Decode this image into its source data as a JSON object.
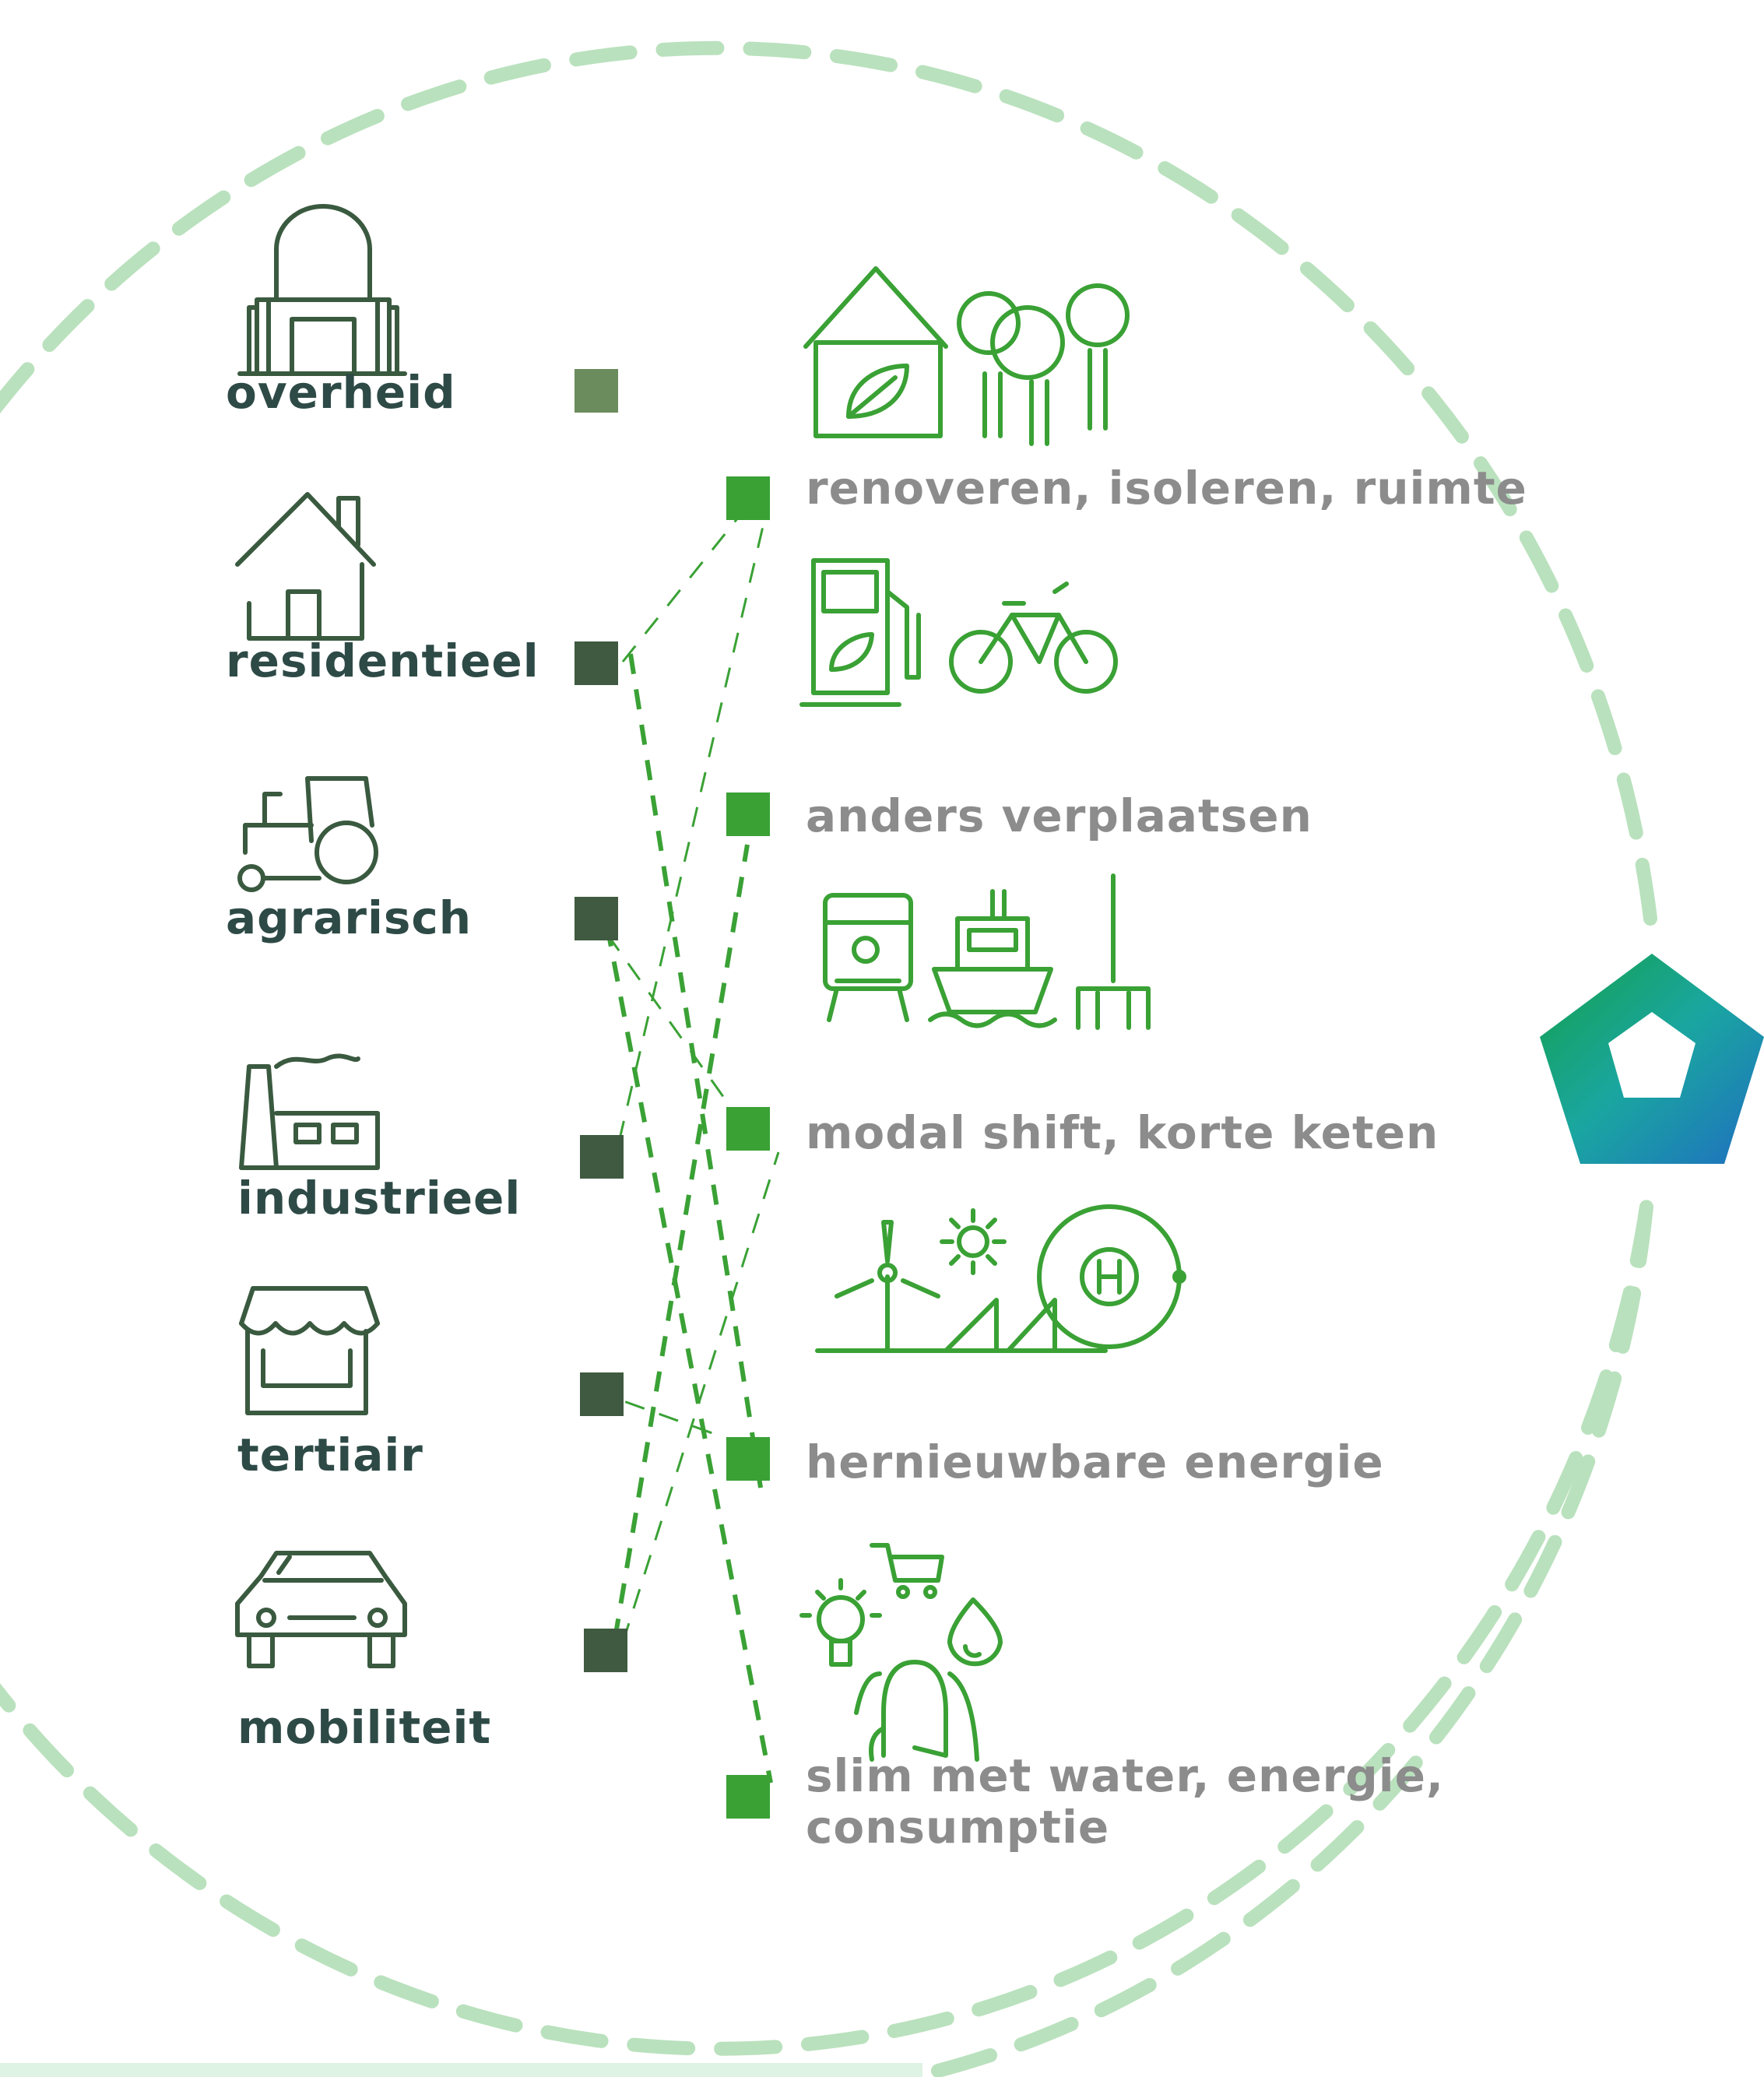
{
  "sectors": [
    {
      "label": "overheid",
      "icon": "government-building-icon"
    },
    {
      "label": "residentieel",
      "icon": "house-icon"
    },
    {
      "label": "agrarisch",
      "icon": "tractor-icon"
    },
    {
      "label": "industrieel",
      "icon": "factory-icon"
    },
    {
      "label": "tertiair",
      "icon": "shop-icon"
    },
    {
      "label": "mobiliteit",
      "icon": "car-icon"
    }
  ],
  "measures": [
    {
      "label": "renoveren, isoleren, ruimte",
      "icon": "green-house-trees-icon"
    },
    {
      "label": "anders verplaatsen",
      "icon": "fuel-pump-bicycle-icon"
    },
    {
      "label": "modal shift, korte keten",
      "icon": "train-ship-fork-icon"
    },
    {
      "label": "hernieuwbare energie",
      "icon": "wind-solar-hydrogen-icon"
    },
    {
      "label": "slim met water, energie,",
      "label2": "consumptie",
      "icon": "person-water-energy-cart-icon"
    }
  ],
  "colors": {
    "sector_text": "#2e4a46",
    "sector_icon": "#3a5a40",
    "sector_square_light": "#6b8c5c",
    "sector_square_dark": "#3f5a40",
    "measure_text": "#8c8c8c",
    "measure_icon": "#3aa135",
    "measure_square": "#3aa135",
    "circle_dash": "#b9e1bd",
    "connector": "#3aa135"
  },
  "connections": [
    {
      "from": "residentieel",
      "to": "renoveren, isoleren, ruimte"
    },
    {
      "from": "residentieel",
      "to": "hernieuwbare energie"
    },
    {
      "from": "agrarisch",
      "to": "modal shift, korte keten"
    },
    {
      "from": "agrarisch",
      "to": "slim met water, energie, consumptie"
    },
    {
      "from": "industrieel",
      "to": "renoveren, isoleren, ruimte"
    },
    {
      "from": "tertiair",
      "to": "hernieuwbare energie"
    },
    {
      "from": "mobiliteit",
      "to": "anders verplaatsen"
    },
    {
      "from": "mobiliteit",
      "to": "modal shift, korte keten"
    }
  ]
}
